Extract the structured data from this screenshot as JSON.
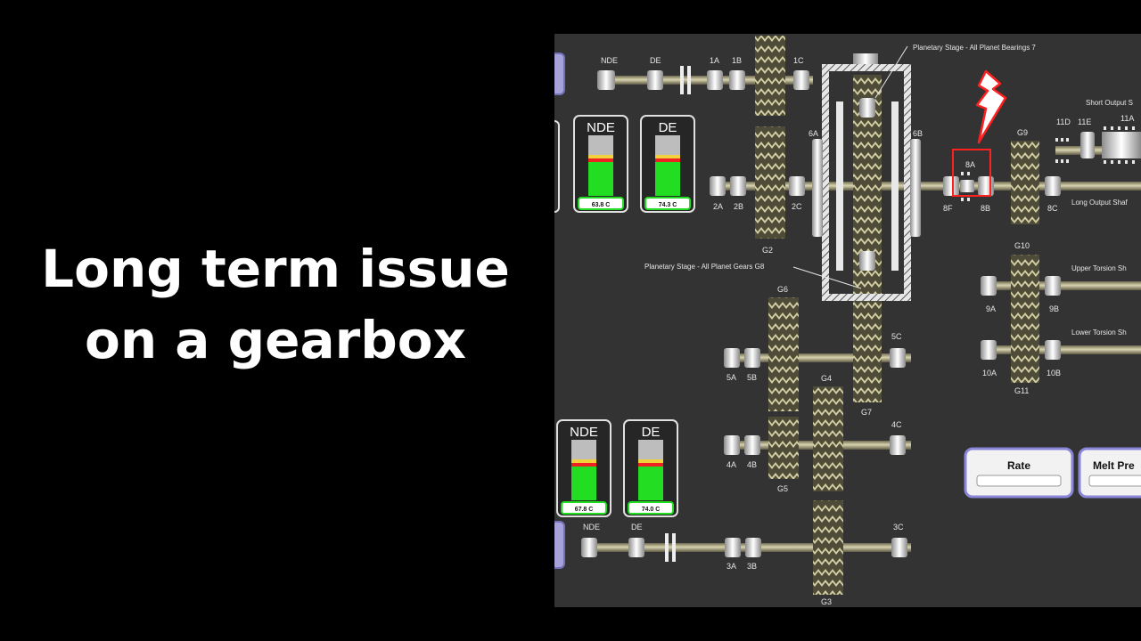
{
  "headline": {
    "line1": "Long term issue",
    "line2": "on a gearbox"
  },
  "diagram": {
    "labels": {
      "top_nde": "NDE",
      "top_de": "DE",
      "l1a": "1A",
      "l1b": "1B",
      "l1c": "1C",
      "l2a": "2A",
      "l2b": "2B",
      "l2c": "2C",
      "g2": "G2",
      "l6a": "6A",
      "l6b": "6B",
      "planet_bearings": "Planetary Stage - All Planet Bearings 7",
      "planet_gears": "Planetary Stage - All Planet Gears G8",
      "l8a": "8A",
      "l8b": "8B",
      "l8c": "8C",
      "l8f": "8F",
      "g9": "G9",
      "g10": "G10",
      "g11": "G11",
      "short_output": "Short Output S",
      "l11d": "11D",
      "l11e": "11E",
      "l11a": "11A",
      "long_output": "Long Output Shaf",
      "upper_torsion": "Upper Torsion Sh",
      "lower_torsion": "Lower Torsion Sh",
      "l9a": "9A",
      "l9b": "9B",
      "l10a": "10A",
      "l10b": "10B",
      "g6": "G6",
      "l5a": "5A",
      "l5b": "5B",
      "l5c": "5C",
      "g7": "G7",
      "g4": "G4",
      "l4a": "4A",
      "l4b": "4B",
      "l4c": "4C",
      "g5": "G5",
      "bot_nde": "NDE",
      "bot_de": "DE",
      "l3a": "3A",
      "l3b": "3B",
      "l3c": "3C",
      "g3": "G3"
    },
    "temps": {
      "upper_nde": {
        "title": "NDE",
        "value": "63.8 C"
      },
      "upper_de": {
        "title": "DE",
        "value": "74.3 C"
      },
      "lower_nde": {
        "title": "NDE",
        "value": "67.8 C"
      },
      "lower_de": {
        "title": "DE",
        "value": "74.0 C"
      }
    },
    "buttons": {
      "rate": "Rate",
      "melt": "Melt Pre"
    },
    "colors": {
      "fault_highlight": "#ff2020",
      "gauge_green": "#22dd22",
      "gauge_red": "#ee2222",
      "gauge_yellow": "#f2d23c",
      "panel_bg": "#333333"
    }
  }
}
